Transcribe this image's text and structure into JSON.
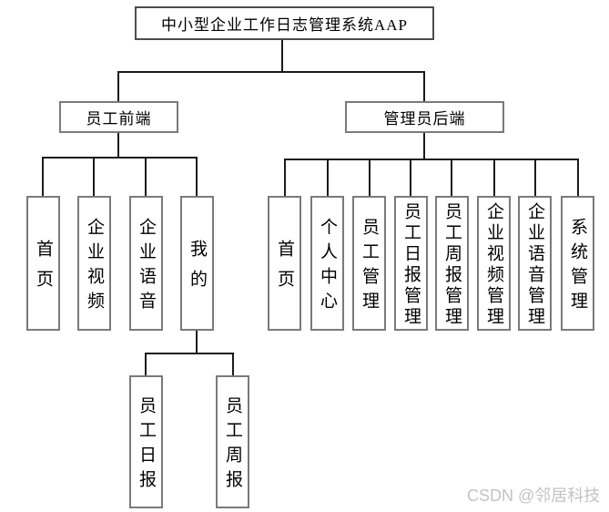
{
  "tree": {
    "root": {
      "label": "中小型企业工作日志管理系统AAP"
    },
    "left_branch": {
      "label": "员工前端",
      "children": [
        {
          "label": "首页"
        },
        {
          "label": "企业视频"
        },
        {
          "label": "企业语音"
        },
        {
          "label": "我的",
          "children": [
            {
              "label": "员工日报"
            },
            {
              "label": "员工周报"
            }
          ]
        }
      ]
    },
    "right_branch": {
      "label": "管理员后端",
      "children": [
        {
          "label": "首页"
        },
        {
          "label": "个人中心"
        },
        {
          "label": "员工管理"
        },
        {
          "label": "员工日报管理"
        },
        {
          "label": "员工周报管理"
        },
        {
          "label": "企业视频管理"
        },
        {
          "label": "企业语音管理"
        },
        {
          "label": "系统管理"
        }
      ]
    }
  },
  "watermark": "CSDN @邻居科技",
  "colors": {
    "background": "#ffffff",
    "box_border": "#7a7a7a",
    "root_border": "#4d4d4d",
    "line": "#1a1a1a",
    "text": "#000000",
    "watermark": "#c3c3c3"
  }
}
